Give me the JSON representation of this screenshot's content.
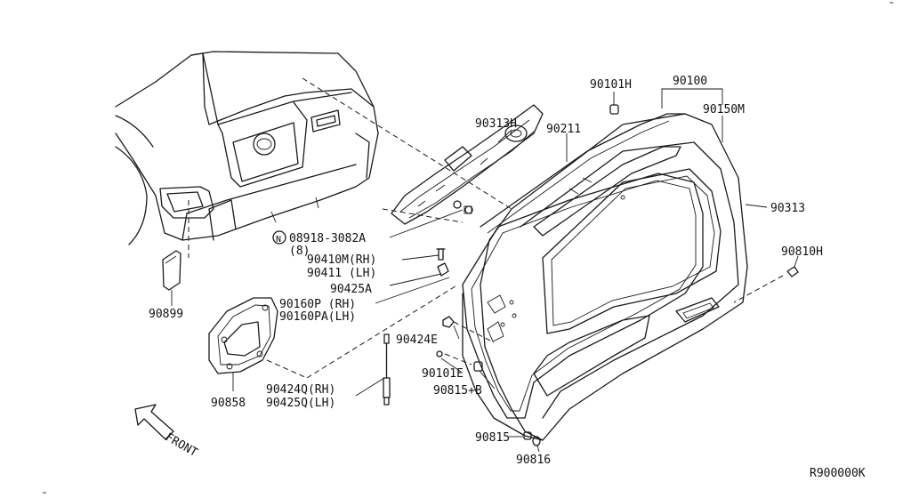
{
  "diagram_ref": "R900000K",
  "front_label": "FRONT",
  "labels": {
    "p90100": "90100",
    "p90101H": "90101H",
    "p90150M": "90150M",
    "p90313H": "90313H",
    "p90211": "90211",
    "p90313": "90313",
    "p90810H": "90810H",
    "p08918": "08918-3082A",
    "p08918_qty": "(8)",
    "bolt_symbol": "N",
    "p90410M": "90410M(RH)",
    "p90411": "90411 (LH)",
    "p90425A": "90425A",
    "p90160P": "90160P (RH)",
    "p90160PA": "90160PA(LH)",
    "p90424E": "90424E",
    "p90101E": "90101E",
    "p90815B": "90815+B",
    "p90424Q": "90424Q(RH)",
    "p90425Q": "90425Q(LH)",
    "p90858": "90858",
    "p90899": "90899",
    "p90815": "90815",
    "p90816": "90816"
  }
}
